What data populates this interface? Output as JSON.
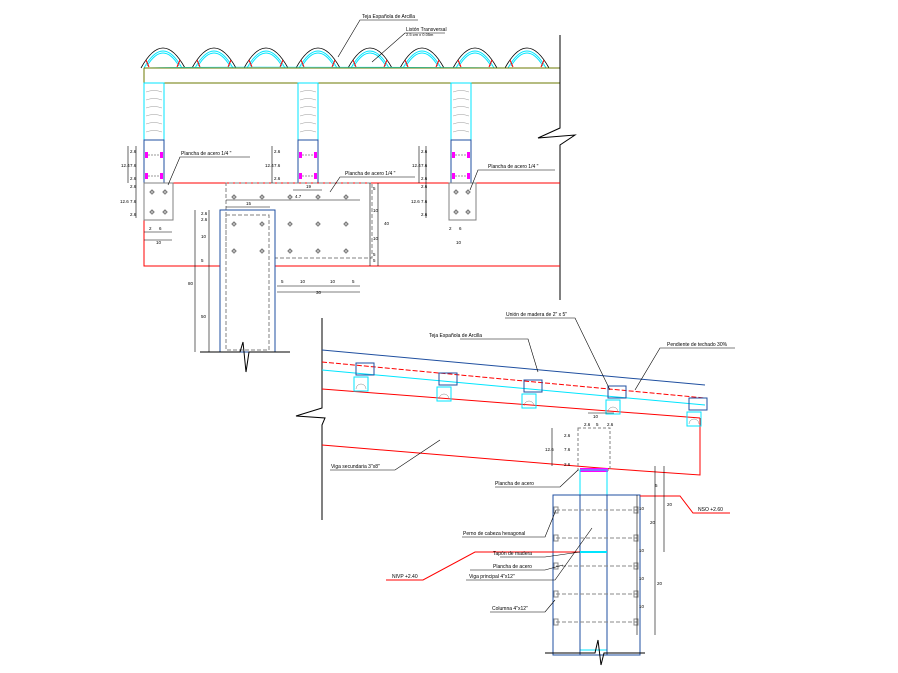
{
  "colors": {
    "tile": "#00e5ff",
    "timber": "#00e5ff",
    "steel": "#1f4fa0",
    "level_line": "#ff0000",
    "batten": "#6b7a00",
    "plate": "#808080",
    "bolt_washer": "#ff00ff"
  },
  "elevation_top": {
    "labels": {
      "tile": "Teja Española de Arcilla",
      "batten": "Listón Transversal",
      "batten_size": "2.5 cm x 0.05m",
      "plate_left": "Plancha de acero 1/4 \"",
      "plate_center": "Plancha de acero 1/4 \"",
      "plate_right": "Plancha de acero 1/4 \""
    },
    "dims": [
      "2.6",
      "7.6",
      "2.6",
      "12.4",
      "2.6",
      "7.6",
      "2.6",
      "12.4",
      "2.6",
      "7.6",
      "2.6",
      "12.4",
      "2.6",
      "7.6",
      "2.6",
      "12.6",
      "2.6",
      "7.6",
      "2.6",
      "12.6",
      "2",
      "6",
      "10",
      "2",
      "6",
      "10",
      "19",
      "4.7",
      "15",
      "5",
      "10",
      "10",
      "5",
      "5",
      "40",
      "2.6",
      "2.6",
      "10",
      "5",
      "80",
      "50",
      "5",
      "10",
      "10",
      "5",
      "30"
    ]
  },
  "section_bottom": {
    "labels": {
      "wood_joint": "Unión de madera de 2\" x 5\"",
      "tile": "Teja Española de Arcilla",
      "roof_slope": "Pendiente de techado 30%",
      "secondary_beam": "Viga secundaria 3\"x8\"",
      "steel_plate_top": "Plancha de acero",
      "hex_bolt": "Perno de cabeza hexagonal",
      "wood_plug": "Tapón de madera",
      "steel_plate": "Plancha de acero",
      "main_beam": "Viga principal 4\"x12\"",
      "column": "Columna 4\"x12\"",
      "level_left": "NIVP +2.40",
      "level_right": "NSO +2.60"
    },
    "dims": [
      "10",
      "2.6",
      "5",
      "2.6",
      "2.6",
      "7.6",
      "12.6",
      "2.6",
      "5",
      "10",
      "10",
      "10",
      "10",
      "20",
      "20",
      "20"
    ]
  }
}
